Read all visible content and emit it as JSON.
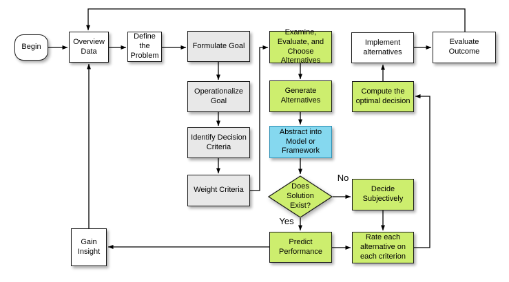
{
  "diagram": {
    "title": "decision-making-process-flowchart",
    "colors": {
      "process_green": "#cdee6e",
      "model_blue": "#85d8ef",
      "step_gray": "#e8e8e8",
      "box_white": "#ffffff",
      "line_black": "#000000"
    },
    "nodes": {
      "begin": {
        "label": "Begin",
        "shape": "terminator"
      },
      "overview_data": {
        "label": "Overview Data",
        "shape": "rect-white"
      },
      "define_problem": {
        "label": "Define the Problem",
        "shape": "rect-white"
      },
      "formulate_goal": {
        "label": "Formulate Goal",
        "shape": "rect-gray"
      },
      "operationalize_goal": {
        "label": "Operationalize Goal",
        "shape": "rect-gray"
      },
      "identify_criteria": {
        "label": "Identify Decision Criteria",
        "shape": "rect-gray"
      },
      "weight_criteria": {
        "label": "Weight Criteria",
        "shape": "rect-gray"
      },
      "examine_evaluate_choose": {
        "label": "Examine, Evaluate, and Choose Alternatives",
        "shape": "rect-green"
      },
      "generate_alternatives": {
        "label": "Generate Alternatives",
        "shape": "rect-green"
      },
      "abstract_model": {
        "label": "Abstract into Model or Framework",
        "shape": "rect-blue"
      },
      "solution_exists": {
        "label": "Does Solution Exist?",
        "shape": "diamond-green"
      },
      "predict_performance": {
        "label": "Predict Performance",
        "shape": "rect-green"
      },
      "implement_alternatives": {
        "label": "Implement alternatives",
        "shape": "rect-white"
      },
      "compute_optimal": {
        "label": "Compute the optimal decision",
        "shape": "rect-green"
      },
      "decide_subjectively": {
        "label": "Decide Subjectively",
        "shape": "rect-green"
      },
      "rate_alternatives": {
        "label": "Rate each alternative on each criterion",
        "shape": "rect-green"
      },
      "evaluate_outcome": {
        "label": "Evaluate Outcome",
        "shape": "rect-white"
      },
      "gain_insight": {
        "label": "Gain Insight",
        "shape": "rect-white"
      }
    },
    "edge_labels": {
      "no": "No",
      "yes": "Yes"
    }
  }
}
